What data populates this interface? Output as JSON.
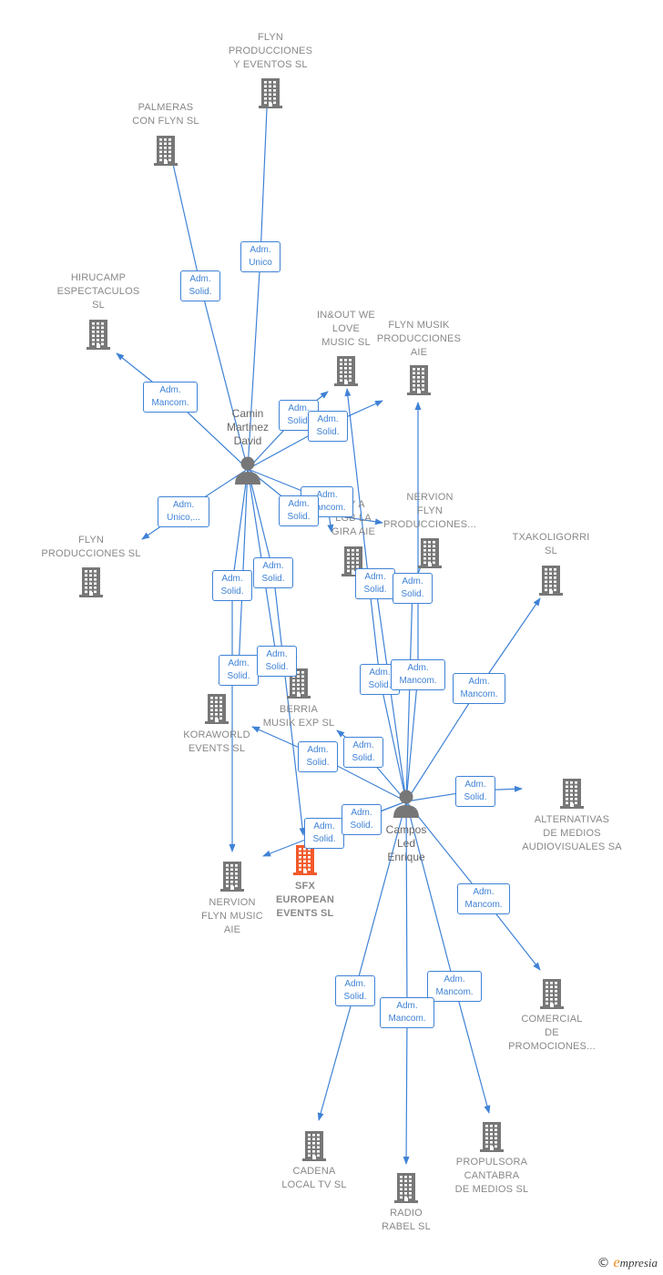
{
  "colors": {
    "edge": "#3f82d6",
    "company_icon": "#777777",
    "focus_icon": "#f2592a",
    "person_icon": "#777777",
    "label_text": "#888888",
    "brand_orange": "#f08a1c"
  },
  "companies": [
    {
      "id": "flyn-producciones-eventos",
      "name": "FLYN\nPRODUCCIONES\nY EVENTOS  SL",
      "icon": "building-icon"
    },
    {
      "id": "palmeras-con-flyn",
      "name": "PALMERAS\nCON FLYN SL",
      "icon": "building-icon"
    },
    {
      "id": "hirucamp",
      "name": "HIRUCAMP\nESPECTACULOS\nSL",
      "icon": "building-icon"
    },
    {
      "id": "inout",
      "name": "IN&OUT WE\nLOVE\nMUSIC  SL",
      "icon": "building-icon"
    },
    {
      "id": "flyn-musik-aie",
      "name": "FLYN MUSIK\nPRODUCCIONES\nAIE",
      "icon": "building-icon"
    },
    {
      "id": "flyn-producciones-sl",
      "name": "FLYN\nPRODUCCIONES SL",
      "icon": "building-icon"
    },
    {
      "id": "uy-a-lgb",
      "name": "UY A\nLGB LA\nGIRA  AIE",
      "icon": "building-icon"
    },
    {
      "id": "nervion-flyn-producciones",
      "name": "NERVION\nFLYN\nPRODUCCIONES...",
      "icon": "building-icon"
    },
    {
      "id": "txakoligorri",
      "name": "TXAKOLIGORRI\nSL",
      "icon": "building-icon"
    },
    {
      "id": "berria",
      "name": "BERRIA\nMUSIK EXP  SL",
      "icon": "building-icon"
    },
    {
      "id": "koraworld",
      "name": "KORAWORLD\nEVENTS  SL",
      "icon": "building-icon"
    },
    {
      "id": "alternativas",
      "name": "ALTERNATIVAS\nDE MEDIOS\nAUDIOVISUALES SA",
      "icon": "building-icon"
    },
    {
      "id": "nervion-flyn-music",
      "name": "NERVION\nFLYN MUSIC\nAIE",
      "icon": "building-icon"
    },
    {
      "id": "sfx",
      "name": "SFX\nEUROPEAN\nEVENTS  SL",
      "icon": "building-icon",
      "focus": true
    },
    {
      "id": "comercial",
      "name": "COMERCIAL\nDE\nPROMOCIONES...",
      "icon": "building-icon"
    },
    {
      "id": "cadena",
      "name": "CADENA\nLOCAL TV SL",
      "icon": "building-icon"
    },
    {
      "id": "propulsora",
      "name": "PROPULSORA\nCANTABRA\nDE MEDIOS SL",
      "icon": "building-icon"
    },
    {
      "id": "radio-rabel",
      "name": "RADIO\nRABEL SL",
      "icon": "building-icon"
    }
  ],
  "persons": [
    {
      "id": "camin",
      "name": "Camin\nMartinez\nDavid",
      "icon": "person-icon"
    },
    {
      "id": "campos",
      "name": "Campos\nLed\nEnrique",
      "icon": "person-icon"
    }
  ],
  "relations": [
    {
      "from": "camin",
      "to": "flyn-producciones-eventos",
      "label": "Adm.\nUnico"
    },
    {
      "from": "camin",
      "to": "palmeras-con-flyn",
      "label": "Adm.\nSolid."
    },
    {
      "from": "camin",
      "to": "hirucamp",
      "label": "Adm.\nMancom."
    },
    {
      "from": "camin",
      "to": "inout",
      "label": "Adm.\nSolid."
    },
    {
      "from": "camin",
      "to": "flyn-musik-aie",
      "label": "Adm.\nSolid."
    },
    {
      "from": "camin",
      "to": "flyn-producciones-sl",
      "label": "Adm.\nUnico,..."
    },
    {
      "from": "camin",
      "to": "uy-a-lgb",
      "label": "Adm.\nMancom."
    },
    {
      "from": "camin",
      "to": "nervion-flyn-producciones",
      "label": "Adm.\nSolid."
    },
    {
      "from": "camin",
      "to": "koraworld",
      "label": "Adm.\nSolid."
    },
    {
      "from": "camin",
      "to": "berria",
      "label": "Adm.\nSolid."
    },
    {
      "from": "camin",
      "to": "nervion-flyn-music",
      "label": "Adm.\nSolid."
    },
    {
      "from": "camin",
      "to": "sfx",
      "label": "Adm.\nSolid."
    },
    {
      "from": "campos",
      "to": "inout",
      "label": "Adm.\nSolid."
    },
    {
      "from": "campos",
      "to": "flyn-musik-aie",
      "label": "Adm.\nMancom."
    },
    {
      "from": "campos",
      "to": "uy-a-lgb",
      "label": "Adm.\nSolid."
    },
    {
      "from": "campos",
      "to": "nervion-flyn-producciones",
      "label": "Adm.\nSolid."
    },
    {
      "from": "campos",
      "to": "txakoligorri",
      "label": "Adm.\nMancom."
    },
    {
      "from": "campos",
      "to": "berria",
      "label": "Adm.\nSolid."
    },
    {
      "from": "campos",
      "to": "koraworld",
      "label": "Adm.\nSolid."
    },
    {
      "from": "campos",
      "to": "alternativas",
      "label": "Adm.\nSolid."
    },
    {
      "from": "campos",
      "to": "nervion-flyn-music",
      "label": "Adm.\nSolid."
    },
    {
      "from": "campos",
      "to": "sfx",
      "label": "Adm.\nSolid."
    },
    {
      "from": "campos",
      "to": "comercial",
      "label": "Adm.\nMancom."
    },
    {
      "from": "campos",
      "to": "cadena",
      "label": "Adm.\nSolid."
    },
    {
      "from": "campos",
      "to": "propulsora",
      "label": "Adm.\nMancom."
    },
    {
      "from": "campos",
      "to": "radio-rabel",
      "label": "Adm.\nMancom."
    }
  ],
  "footer": {
    "copyright": "©",
    "brand_first": "e",
    "brand_rest": "mpresia"
  }
}
